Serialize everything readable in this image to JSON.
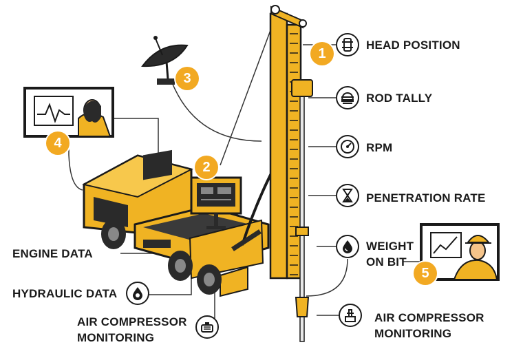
{
  "labels": {
    "head_position": "HEAD POSITION",
    "rod_tally": "ROD TALLY",
    "rpm": "RPM",
    "penetration_rate": "PENETRATION RATE",
    "weight_on_bit_line1": "WEIGHT",
    "weight_on_bit_line2": "ON BIT",
    "engine_data": "ENGINE DATA",
    "hydraulic_data": "HYDRAULIC DATA",
    "air_compressor_left_line1": "AIR COMPRESSOR",
    "air_compressor_left_line2": "MONITORING",
    "air_compressor_right_line1": "AIR COMPRESSOR",
    "air_compressor_right_line2": "MONITORING"
  },
  "badges": [
    "1",
    "2",
    "3",
    "4",
    "5"
  ],
  "icons": {
    "head_position": "drill-head-icon",
    "rod_tally": "rod-stack-icon",
    "rpm": "gauge-icon",
    "penetration_rate": "hourglass-icon",
    "weight_on_bit": "drop-icon",
    "hydraulic_data": "hydraulic-drop-icon",
    "air_compressor_left": "compressor-icon",
    "air_compressor_right": "compressor-unit-icon"
  },
  "colors": {
    "accent": "#f2a922",
    "rig_yellow": "#f0b323",
    "outline": "#1a1a1a",
    "line": "#333333"
  }
}
